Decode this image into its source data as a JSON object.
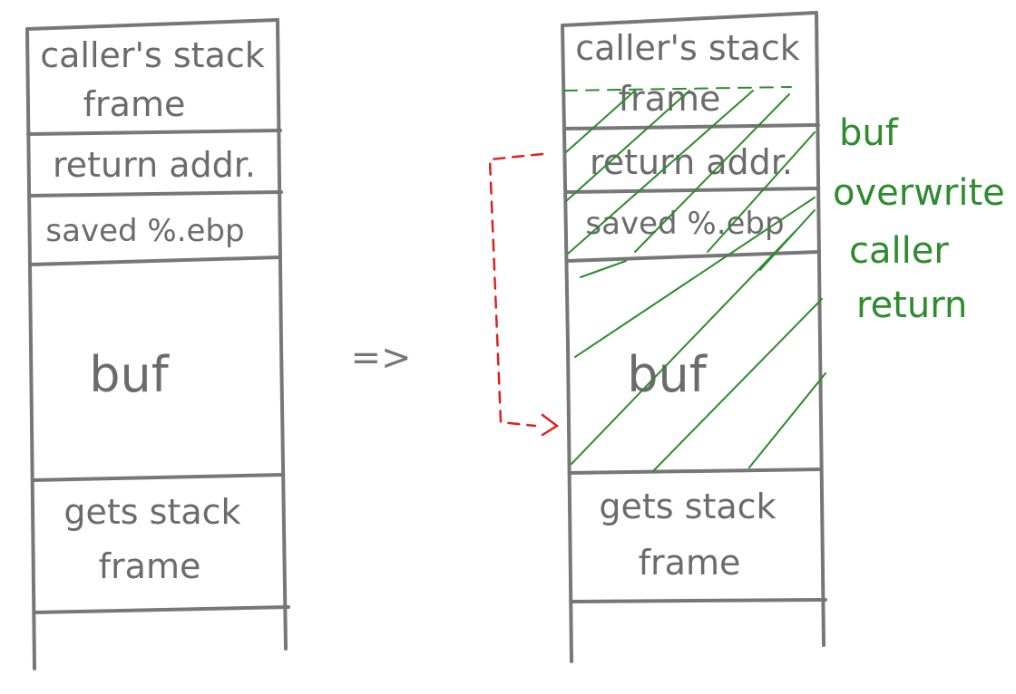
{
  "left_stack": {
    "cells": [
      {
        "line1": "caller's stack",
        "line2": "frame"
      },
      {
        "line1": "return addr."
      },
      {
        "line1": "saved %.ebp"
      },
      {
        "line1": "buf"
      },
      {
        "line1": "gets stack",
        "line2": "frame"
      }
    ]
  },
  "transition_arrow": "=>",
  "right_stack": {
    "cells": [
      {
        "line1": "caller's stack",
        "line2": "frame"
      },
      {
        "line1": "return addr."
      },
      {
        "line1": "saved %.ebp"
      },
      {
        "line1": "buf"
      },
      {
        "line1": "gets stack",
        "line2": "frame"
      }
    ]
  },
  "annotation": {
    "lines": [
      "buf",
      "overwrite",
      "caller",
      "return"
    ],
    "color": "#2e8b2e"
  },
  "colors": {
    "outline": "#777777",
    "hatch": "#2e8b2e",
    "redirect_arrow": "#e02020"
  }
}
